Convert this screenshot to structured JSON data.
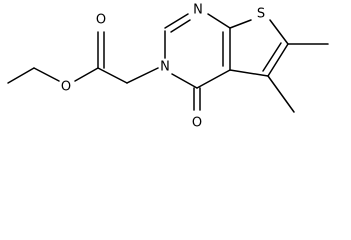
{
  "molecule": {
    "atoms": {
      "ester_o": "O",
      "carbonyl_o": "O",
      "n1": "N",
      "n3": "N",
      "s": "S",
      "ring_o": "O"
    },
    "colors": {
      "bond": "#000000",
      "label": "#000000",
      "background": "#ffffff"
    }
  }
}
